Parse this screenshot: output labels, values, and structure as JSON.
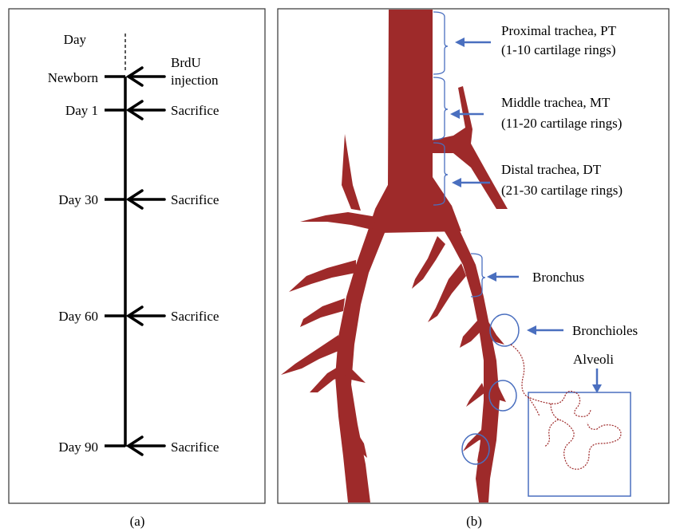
{
  "panel_a": {
    "caption": "(a)",
    "axis_label": "Day",
    "timeline": [
      {
        "day": "Newborn",
        "event_lines": [
          "BrdU",
          "injection"
        ]
      },
      {
        "day": "Day 1",
        "event_lines": [
          "Sacrifice"
        ]
      },
      {
        "day": "Day 30",
        "event_lines": [
          "Sacrifice"
        ]
      },
      {
        "day": "Day 60",
        "event_lines": [
          "Sacrifice"
        ]
      },
      {
        "day": "Day 90",
        "event_lines": [
          "Sacrifice"
        ]
      }
    ]
  },
  "panel_b": {
    "caption": "(b)",
    "labels": {
      "proximal_1": "Proximal trachea, PT",
      "proximal_2": "(1-10 cartilage rings)",
      "middle_1": "Middle trachea, MT",
      "middle_2": "(11-20 cartilage rings)",
      "distal_1": "Distal trachea, DT",
      "distal_2": "(21-30 cartilage rings)",
      "bronchus": "Bronchus",
      "bronchioles": "Bronchioles",
      "alveoli": "Alveoli"
    }
  },
  "colors": {
    "airway": "#9e2a2a",
    "annotation": "#4a6fbf",
    "border": "#333333",
    "text": "#000000"
  }
}
